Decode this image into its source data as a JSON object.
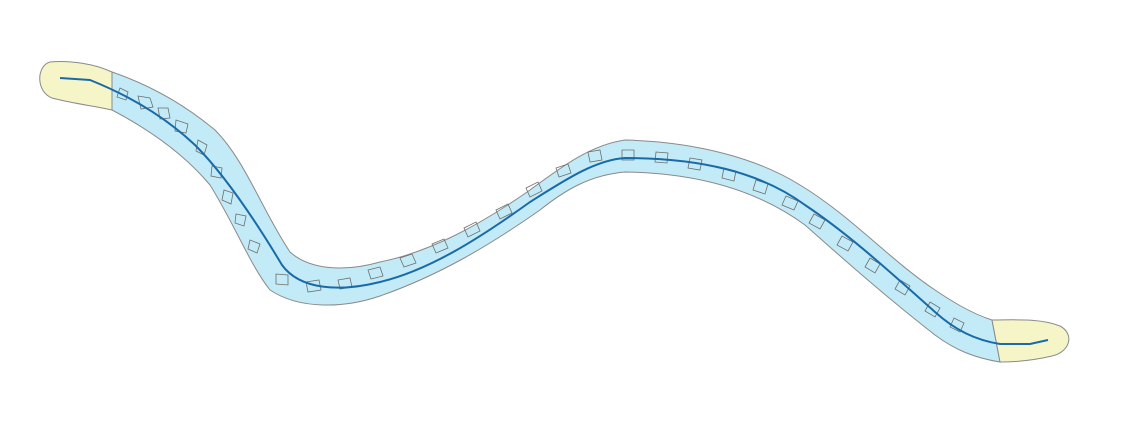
{
  "map": {
    "background_color": "#ffffff",
    "layers": [
      {
        "name": "buffer-corridor",
        "fill": "#c2ebf7",
        "stroke": "#8a8a8a"
      },
      {
        "name": "buffer-end-caps",
        "fill": "#f5f5c8",
        "stroke": "#8a8a8a"
      },
      {
        "name": "patch-polygons",
        "fill": "none",
        "stroke": "#6e6e6e"
      },
      {
        "name": "centerline",
        "fill": "none",
        "stroke": "#1a6aa8"
      }
    ]
  }
}
